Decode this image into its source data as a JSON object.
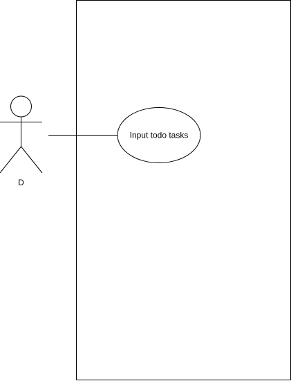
{
  "diagram": {
    "type": "use-case",
    "actor": {
      "name": "D"
    },
    "use_cases": [
      {
        "label": "Input todo tasks"
      }
    ],
    "associations": [
      {
        "from": "D",
        "to": "Input todo tasks"
      }
    ],
    "colors": {
      "stroke": "#000000",
      "fill": "#ffffff",
      "background": "#ffffff"
    }
  }
}
